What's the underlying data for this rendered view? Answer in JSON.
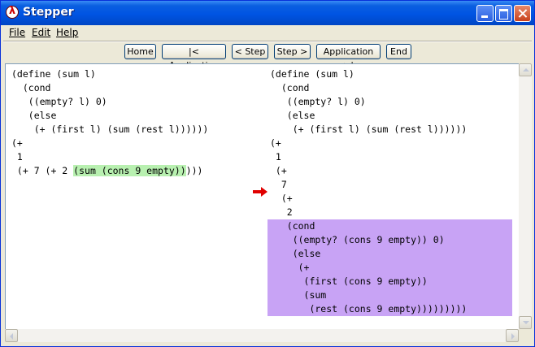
{
  "window": {
    "title": "Stepper"
  },
  "menu": {
    "file": "File",
    "edit": "Edit",
    "help": "Help"
  },
  "toolbar": {
    "home": "Home",
    "prev_application": "|< Application",
    "prev_step": "< Step",
    "next_step": "Step >",
    "next_application": "Application >|",
    "end": "End"
  },
  "left_pane": {
    "lines": [
      "(define (sum l)",
      "  (cond",
      "   ((empty? l) 0)",
      "   (else",
      "    (+ (first l) (sum (rest l))))))",
      "(+",
      " 1",
      " (+ 7 (+ 2 "
    ],
    "redex": "(sum (cons 9 empty))",
    "tail": ")))"
  },
  "right_pane": {
    "lines": [
      "(define (sum l)",
      "  (cond",
      "   ((empty? l) 0)",
      "   (else",
      "    (+ (first l) (sum (rest l))))))",
      "(+",
      " 1",
      " (+",
      "  7",
      "  (+",
      "   2"
    ],
    "reduct_lines": [
      "   (cond",
      "    ((empty? (cons 9 empty)) 0)",
      "    (else",
      "     (+",
      "      (first (cons 9 empty))",
      "      (sum",
      "       (rest (cons 9 empty))))))"
    ],
    "tail": ")))"
  },
  "colors": {
    "redex_highlight": "#b8f0b0",
    "reduct_highlight": "#c8a3f5",
    "arrow": "#e00000"
  },
  "icons": {
    "app": "lambda-icon",
    "step_marker": "right-arrow-icon"
  }
}
